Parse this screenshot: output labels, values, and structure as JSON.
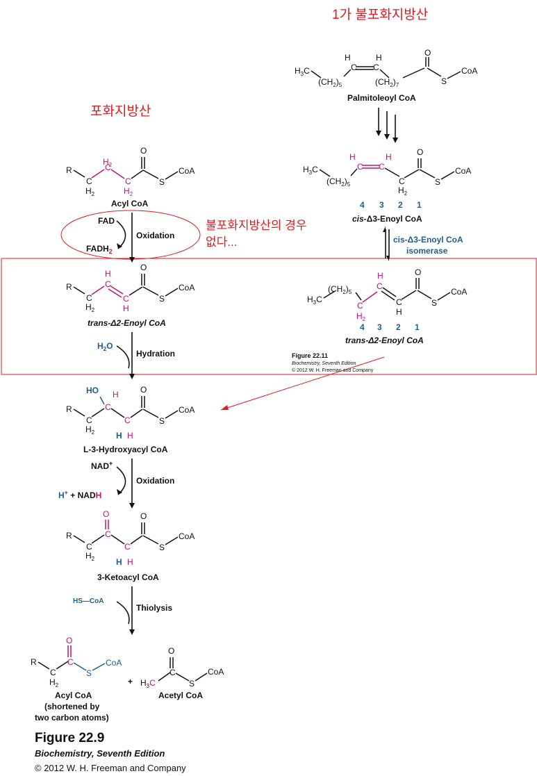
{
  "annotations": {
    "unsat_heading": "1가 불포화지방산",
    "sat_heading": "포화지방산",
    "note_line1": "불포화지방산의 경우",
    "note_line2": "없다..."
  },
  "right_pathway": {
    "palmitoleoyl_label": "Palmitoleoyl CoA",
    "cis_enoyl_label_prefix": "cis-",
    "cis_enoyl_label_suffix": "Δ3-Enoyl CoA",
    "numbering": [
      "4",
      "3",
      "2",
      "1"
    ],
    "isomerase_line1": "cis-Δ3-Enoyl CoA",
    "isomerase_line2": "isomerase",
    "trans_enoyl_label": "trans-Δ2-Enoyl CoA",
    "figure_title": "Figure 22.11",
    "figure_book": "Biochemistry, Seventh Edition",
    "figure_copyright": "© 2012 W. H. Freeman and Company"
  },
  "left_pathway": {
    "acyl_coa_label": "Acyl CoA",
    "step1": {
      "reagent_in": "FAD",
      "reagent_out": "FADH2",
      "name": "Oxidation"
    },
    "trans_enoyl_label": "trans-Δ2-Enoyl CoA",
    "step2": {
      "reagent_in": "H2O",
      "name": "Hydration"
    },
    "hydroxyacyl_label": "L-3-Hydroxyacyl CoA",
    "step3": {
      "reagent_in": "NAD+",
      "reagent_out": "H+  +  NADH",
      "name": "Oxidation"
    },
    "ketoacyl_label": "3-Ketoacyl CoA",
    "step4": {
      "reagent_in": "HS—CoA",
      "name": "Thiolysis"
    },
    "product1_line1": "Acyl CoA",
    "product1_line2": "(shortened by",
    "product1_line3": "two carbon atoms)",
    "plus": "+",
    "product2_label": "Acetyl CoA"
  },
  "footer": {
    "figure_title": "Figure 22.9",
    "book": "Biochemistry, Seventh Edition",
    "copyright": "© 2012 W. H. Freeman and Company"
  },
  "colors": {
    "annotation_red": "#e31a1c",
    "magenta": "#c0146e",
    "blue": "#1d5e8c"
  }
}
